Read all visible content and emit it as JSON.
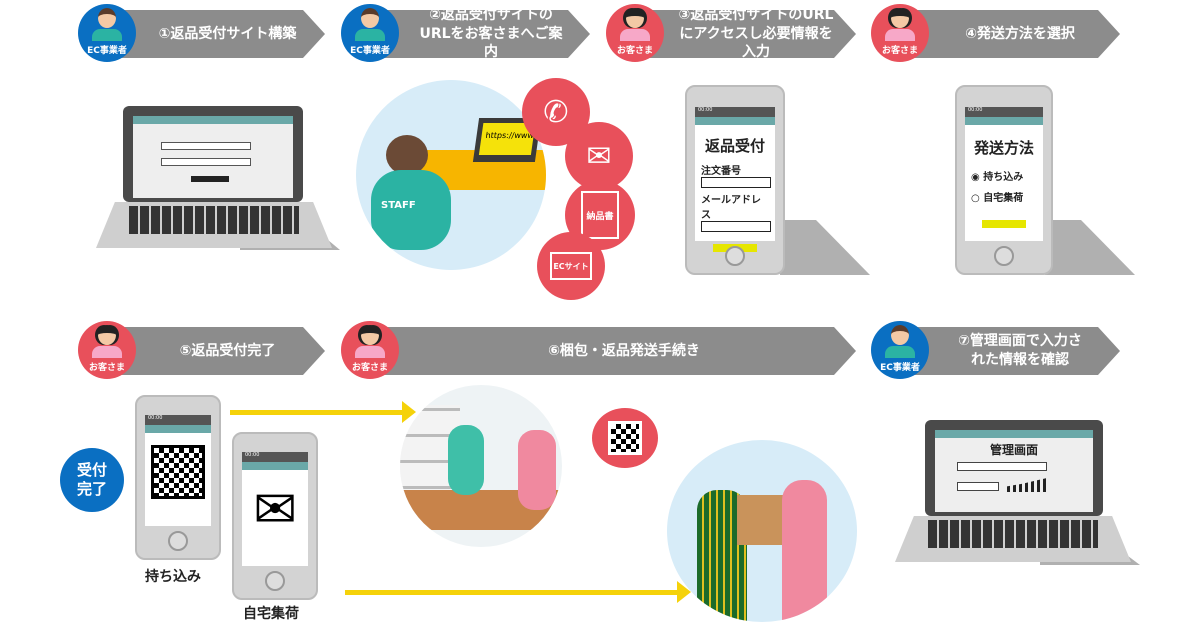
{
  "steps": [
    {
      "label": "①返品受付サイト構築",
      "actor": "EC事業者"
    },
    {
      "label": "②返品受付サイトのURLをお客さまへご案内",
      "actor": "EC事業者"
    },
    {
      "label": "③返品受付サイトのURLにアクセスし必要情報を入力",
      "actor": "お客さま"
    },
    {
      "label": "④発送方法を選択",
      "actor": "お客さま"
    },
    {
      "label": "⑤返品受付完了",
      "actor": "お客さま"
    },
    {
      "label": "⑥梱包・返品発送手続き",
      "actor": "お客さま"
    },
    {
      "label": "⑦管理画面で入力された情報を確認",
      "actor": "EC事業者"
    }
  ],
  "step2": {
    "url": "https://www.",
    "doc": "納品書",
    "ec_site": "ECサイト",
    "staff": "STAFF"
  },
  "step3": {
    "status_time": "00:00",
    "title": "返品受付",
    "field1": "注文番号",
    "field2": "メールアドレス"
  },
  "step4": {
    "status_time": "00:00",
    "title": "発送方法",
    "option1": "持ち込み",
    "option2": "自宅集荷",
    "selected": "持ち込み"
  },
  "step5": {
    "status_time": "00:00",
    "badge": "受付完了",
    "carry_in": "持ち込み",
    "pickup": "自宅集荷"
  },
  "step7": {
    "title": "管理画面"
  },
  "colors": {
    "ec": "#0a6fc2",
    "customer": "#e8505b",
    "banner": "#8c8c8c",
    "arrow": "#f5d20a"
  }
}
